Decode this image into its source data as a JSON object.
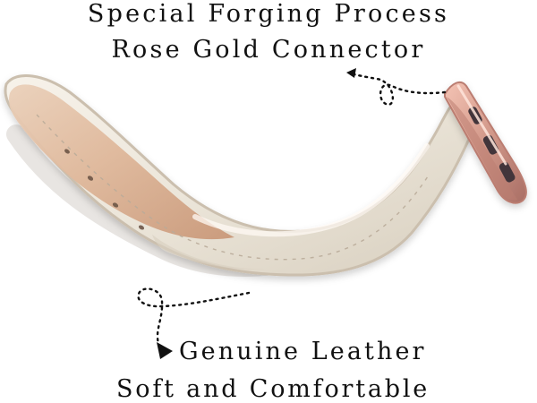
{
  "headline": {
    "line_1": "Special Forging Process",
    "line_2": "Rose Gold Connector"
  },
  "caption": {
    "line_1": "Genuine Leather",
    "line_2": "Soft and Comfortable"
  },
  "product": {
    "band_color": "#ece6da",
    "band_edge_color": "#cbbfae",
    "inner_leather_color": "#dfb89b",
    "connector_color": "#d59c8d",
    "connector_shadow_color": "#bb7d71",
    "pin_color": "#43363b"
  },
  "annotations": {
    "connector_arrow": "dotted-arrow-icon",
    "leather_arrow": "dotted-arrow-icon"
  }
}
